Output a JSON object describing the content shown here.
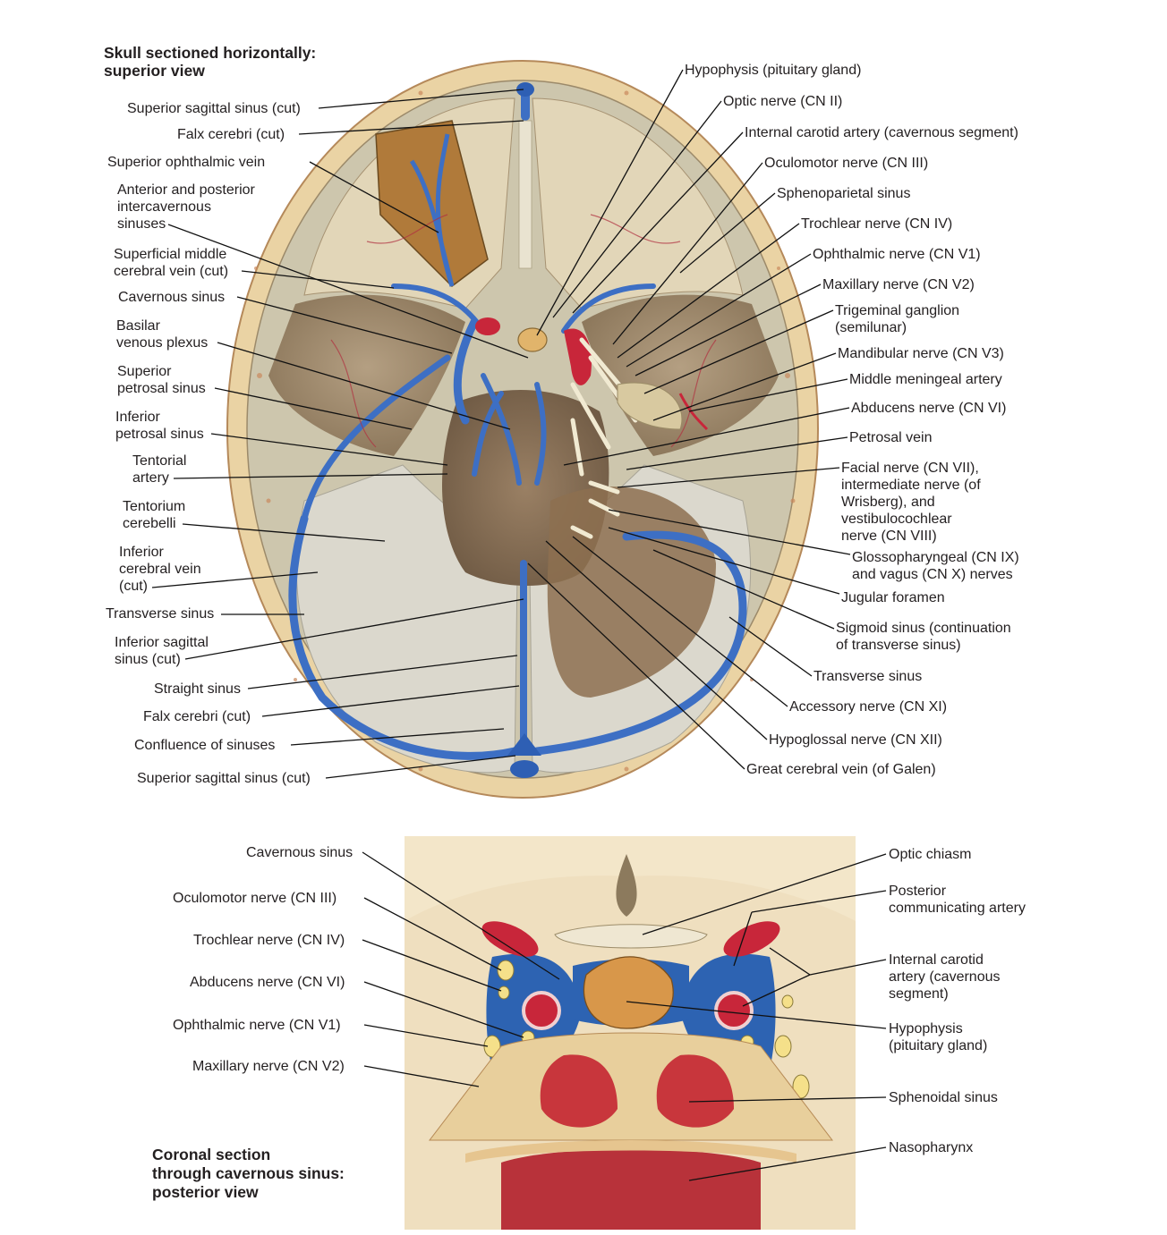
{
  "figure": {
    "top_title_line1": "Skull sectioned horizontally:",
    "top_title_line2": "superior view",
    "bottom_title_line1": "Coronal section",
    "bottom_title_line2": "through cavernous sinus:",
    "bottom_title_line3": "posterior view"
  },
  "top_left_labels": [
    "Superior sagittal sinus (cut)",
    "Falx cerebri (cut)",
    "Superior ophthalmic vein",
    "Anterior and posterior",
    "intercavernous",
    "sinuses",
    "Superficial middle",
    "cerebral vein (cut)",
    "Cavernous sinus",
    "Basilar",
    "venous plexus",
    "Superior",
    "petrosal sinus",
    "Inferior",
    "petrosal sinus",
    "Tentorial",
    "artery",
    "Tentorium",
    "cerebelli",
    "Inferior",
    "cerebral vein",
    "(cut)",
    "Transverse sinus",
    "Inferior sagittal",
    "sinus (cut)",
    "Straight sinus",
    "Falx cerebri (cut)",
    "Confluence of sinuses",
    "Superior sagittal sinus (cut)"
  ],
  "top_right_labels": [
    "Hypophysis (pituitary gland)",
    "Optic nerve (CN II)",
    "Internal carotid artery (cavernous segment)",
    "Oculomotor nerve (CN III)",
    "Sphenoparietal sinus",
    "Trochlear nerve (CN IV)",
    "Ophthalmic nerve (CN V1)",
    "Maxillary nerve (CN V2)",
    "Trigeminal ganglion",
    "(semilunar)",
    "Mandibular nerve (CN V3)",
    "Middle meningeal artery",
    "Abducens nerve (CN VI)",
    "Petrosal vein",
    "Facial nerve (CN VII),",
    "intermediate nerve (of",
    "Wrisberg), and",
    "vestibulocochlear",
    "nerve (CN VIII)",
    "Glossopharyngeal (CN IX)",
    "and vagus (CN X) nerves",
    "Jugular foramen",
    "Sigmoid sinus (continuation",
    "of transverse sinus)",
    "Transverse sinus",
    "Accessory nerve (CN XI)",
    "Hypoglossal nerve (CN XII)",
    "Great cerebral vein (of Galen)"
  ],
  "bottom_left_labels": [
    "Cavernous sinus",
    "Oculomotor nerve (CN III)",
    "Trochlear nerve (CN IV)",
    "Abducens nerve (CN VI)",
    "Ophthalmic nerve (CN V1)",
    "Maxillary nerve (CN V2)"
  ],
  "bottom_right_labels": [
    "Optic chiasm",
    "Posterior",
    "communicating artery",
    "Internal carotid",
    "artery (cavernous",
    "segment)",
    "Hypophysis",
    "(pituitary gland)",
    "Sphenoidal sinus",
    "Nasopharynx"
  ],
  "colors": {
    "bone": "#e9d3a6",
    "dura": "#c8c2aa",
    "vein_blue": "#3d6fc4",
    "artery_red": "#c8263a",
    "brain_floor": "#a0876a",
    "nerve": "#f1ead2"
  }
}
